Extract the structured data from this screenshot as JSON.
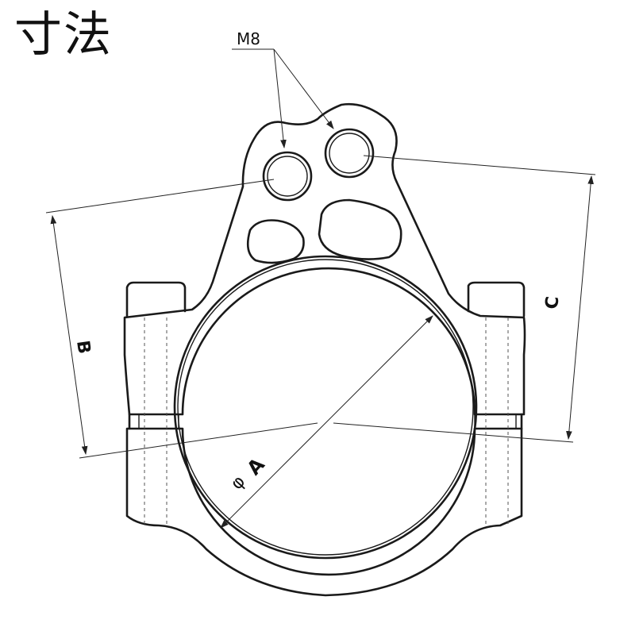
{
  "title": "寸法",
  "labels": {
    "thread": "M8",
    "diameter_symbol": "φ",
    "diameter": "A",
    "b": "B",
    "c": "C"
  },
  "colors": {
    "line": "#1a1a1a",
    "background": "#ffffff"
  }
}
